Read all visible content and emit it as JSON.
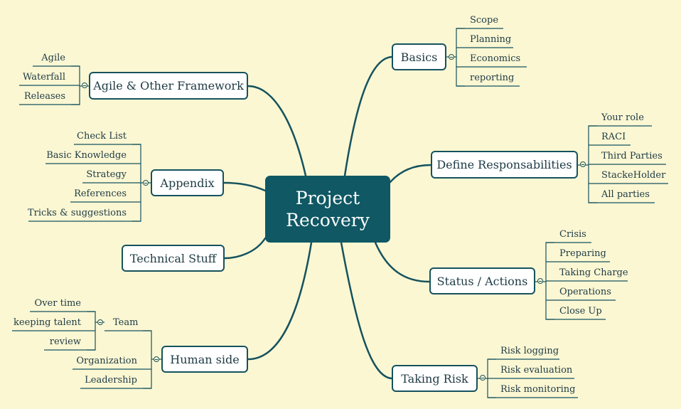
{
  "central": {
    "line1": "Project",
    "line2": "Recovery"
  },
  "topics": {
    "basics": "Basics",
    "define": "Define Responsabilities",
    "status": "Status / Actions",
    "risk": "Taking Risk",
    "agile": "Agile & Other Framework",
    "appendix": "Appendix",
    "technical": "Technical Stuff",
    "human": "Human side"
  },
  "basics_items": [
    "Scope",
    "Planning",
    "Economics",
    "reporting"
  ],
  "define_items": [
    "Your role",
    "RACI",
    "Third Parties",
    "StackeHolder",
    "All parties"
  ],
  "status_items": [
    "Crisis",
    "Preparing",
    "Taking Charge",
    "Operations",
    "Close Up"
  ],
  "risk_items": [
    "Risk logging",
    "Risk evaluation",
    "Risk monitoring"
  ],
  "agile_items": [
    "Agile",
    "Waterfall",
    "Releases"
  ],
  "appendix_items": [
    "Check List",
    "Basic Knowledge",
    "Strategy",
    "References",
    "Tricks & suggestions"
  ],
  "human_items": {
    "team": "Team",
    "team_items": [
      "Over time",
      "keeping talent",
      "review"
    ],
    "organization": "Organization",
    "leadership": "Leadership"
  },
  "colors": {
    "background": "#fbf7d3",
    "central": "#0f5864",
    "line": "#16525e"
  }
}
